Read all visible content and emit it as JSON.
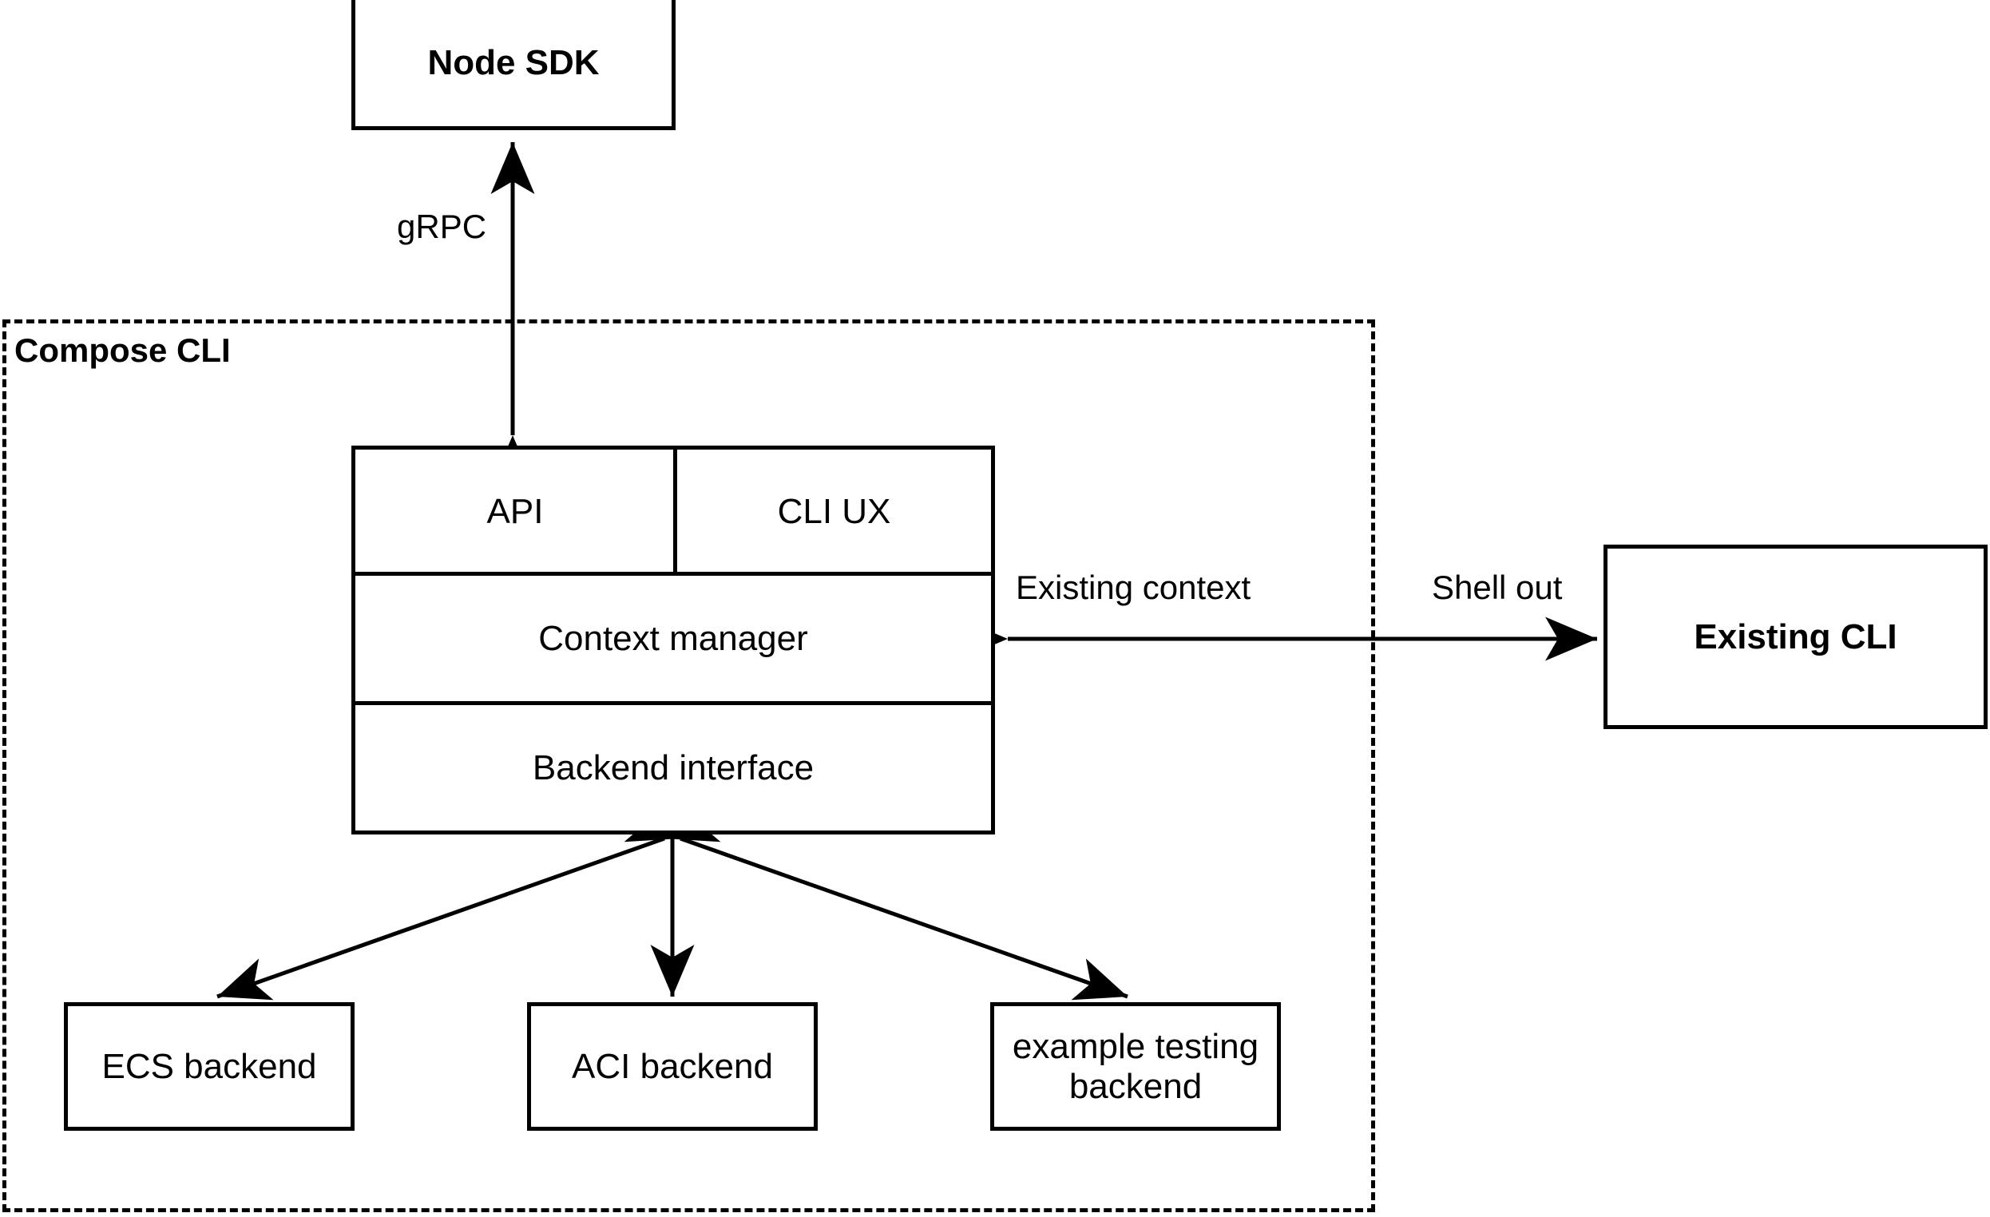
{
  "diagram": {
    "title_visible": false,
    "type": "architecture-block-diagram",
    "colors": {
      "stroke": "#000000",
      "fill": "#ffffff",
      "text": "#000000"
    }
  },
  "group": {
    "label": "Compose CLI",
    "border_style": "dashed"
  },
  "nodes": {
    "node_sdk": {
      "label": "Node SDK",
      "bold": true
    },
    "existing_cli": {
      "label": "Existing CLI",
      "bold": true
    },
    "api": {
      "label": "API",
      "bold": false
    },
    "cli_ux": {
      "label": "CLI UX",
      "bold": false
    },
    "context_manager": {
      "label": "Context manager",
      "bold": false
    },
    "backend_interface": {
      "label": "Backend interface",
      "bold": false
    },
    "ecs_backend": {
      "label": "ECS backend",
      "bold": false
    },
    "aci_backend": {
      "label": "ACI backend",
      "bold": false
    },
    "example_testing_backend_line1": "example testing",
    "example_testing_backend_line2": "backend"
  },
  "edges": {
    "grpc": {
      "label": "gRPC",
      "arrowheads": "both",
      "from": "node_sdk",
      "to": "api"
    },
    "existing_context": {
      "label": "Existing context",
      "arrowheads": "both",
      "from": "existing_cli",
      "to": "context_manager"
    },
    "shell_out": {
      "label": "Shell out",
      "arrowheads": "both",
      "from": "context_manager",
      "to": "existing_cli"
    },
    "backend_to_ecs": {
      "label": "",
      "arrowheads": "both",
      "from": "backend_interface",
      "to": "ecs_backend"
    },
    "backend_to_aci": {
      "label": "",
      "arrowheads": "both",
      "from": "backend_interface",
      "to": "aci_backend"
    },
    "backend_to_example": {
      "label": "",
      "arrowheads": "both",
      "from": "backend_interface",
      "to": "example_testing_backend"
    }
  }
}
